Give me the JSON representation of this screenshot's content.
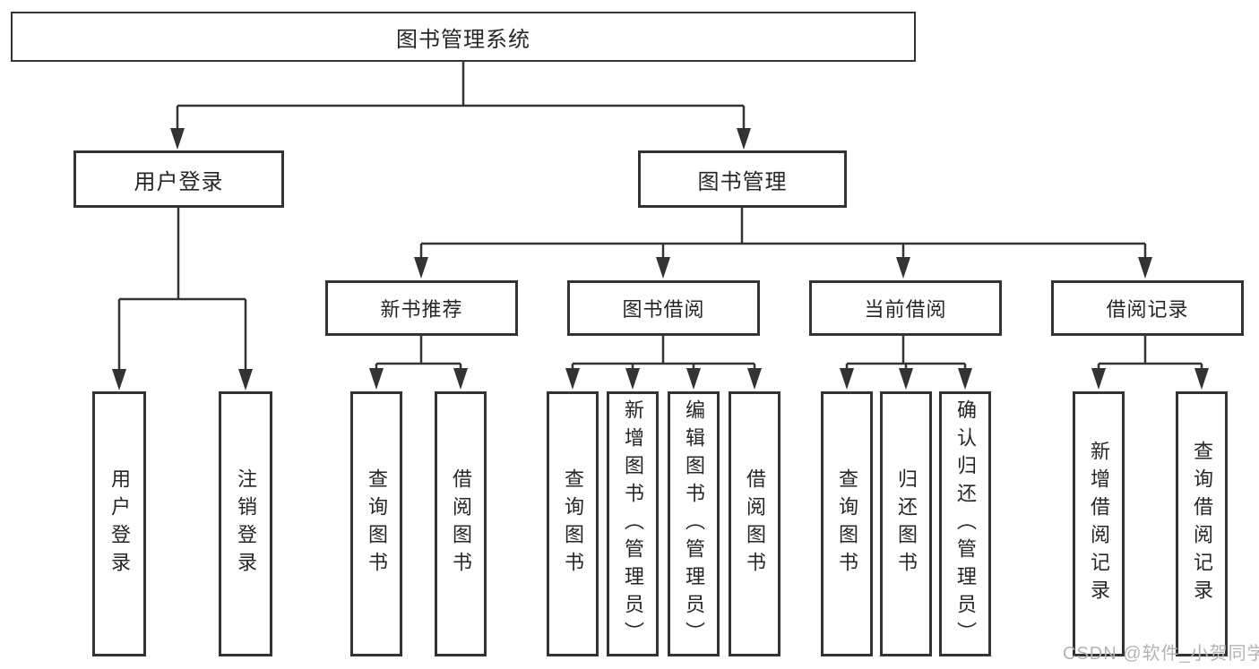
{
  "tree": {
    "root": {
      "label": "图书管理系统",
      "children": [
        {
          "label": "用户登录",
          "children": [
            {
              "label": "用户登录"
            },
            {
              "label": "注销登录"
            }
          ]
        },
        {
          "label": "图书管理",
          "children": [
            {
              "label": "新书推荐",
              "children": [
                {
                  "label": "查询图书"
                },
                {
                  "label": "借阅图书"
                }
              ]
            },
            {
              "label": "图书借阅",
              "children": [
                {
                  "label": "查询图书"
                },
                {
                  "label": "新增图书（管理员）"
                },
                {
                  "label": "编辑图书（管理员）"
                },
                {
                  "label": "借阅图书"
                }
              ]
            },
            {
              "label": "当前借阅",
              "children": [
                {
                  "label": "查询图书"
                },
                {
                  "label": "归还图书"
                },
                {
                  "label": "确认归还（管理员）"
                }
              ]
            },
            {
              "label": "借阅记录",
              "children": [
                {
                  "label": "新增借阅记录"
                },
                {
                  "label": "查询借阅记录"
                }
              ]
            }
          ]
        }
      ]
    }
  },
  "watermark": {
    "text": "CSDN @软件_小贺同学"
  },
  "colors": {
    "line": "#333333",
    "box_border": "#333333",
    "box_background": "#ffffff",
    "text": "#262626",
    "watermark": "#b3b3b3",
    "background": "#ffffff"
  }
}
